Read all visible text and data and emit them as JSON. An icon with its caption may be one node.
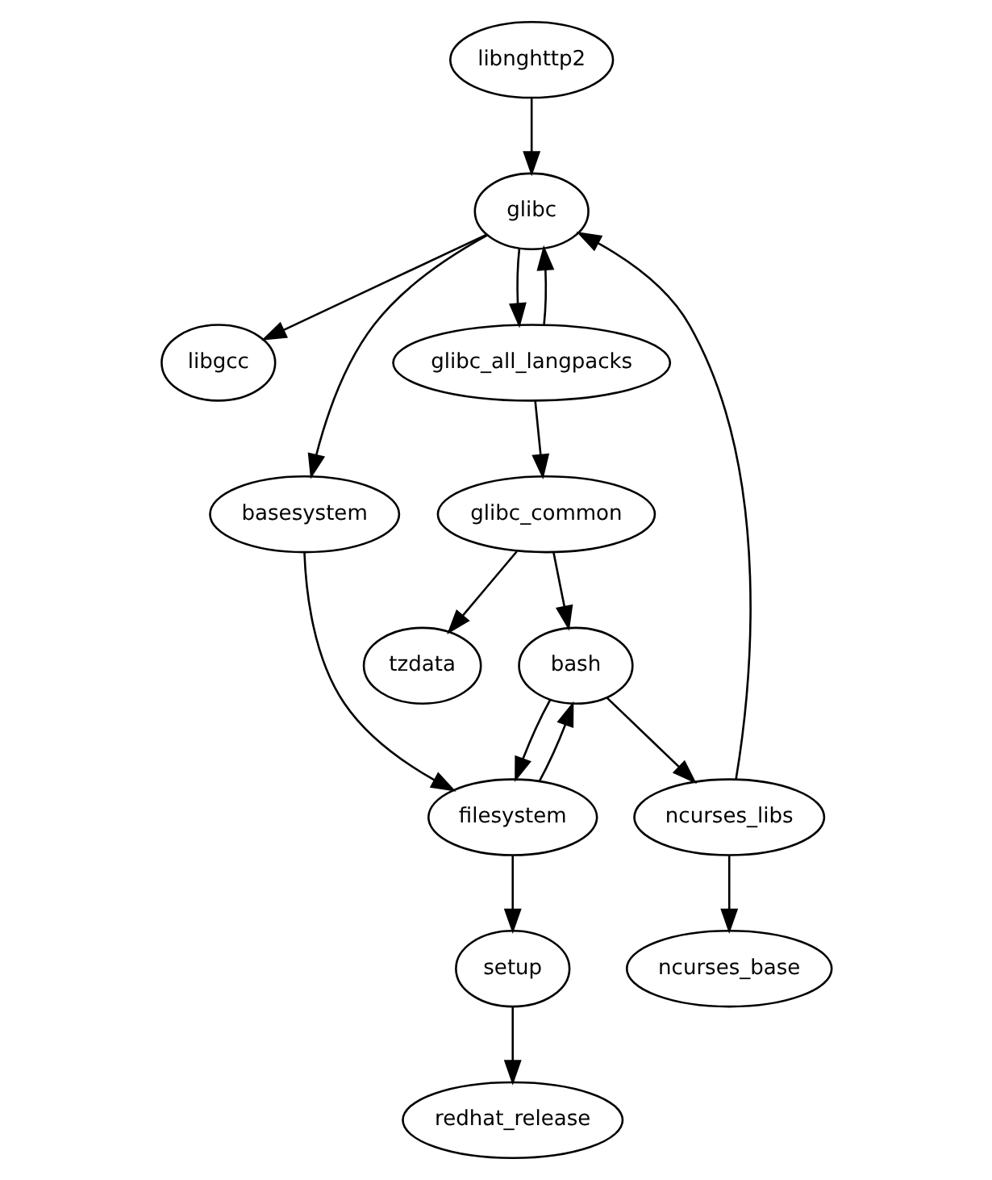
{
  "diagram": {
    "nodes": [
      {
        "text": [
          "libnghttp2"
        ]
      },
      {
        "text": [
          "glibc"
        ]
      },
      {
        "text": [
          "libgcc"
        ]
      },
      {
        "text": [
          "glibc_all_langpacks"
        ]
      },
      {
        "text": [
          "basesystem"
        ]
      },
      {
        "text": [
          "glibc_common"
        ]
      },
      {
        "text": [
          "tzdata"
        ]
      },
      {
        "text": [
          "bash"
        ]
      },
      {
        "text": [
          "filesystem"
        ]
      },
      {
        "text": [
          "ncurses_libs"
        ]
      },
      {
        "text": [
          "setup"
        ]
      },
      {
        "text": [
          "ncurses_base"
        ]
      },
      {
        "text": [
          "redhat_release"
        ]
      }
    ],
    "edges": [
      {
        "from": 0,
        "to": 1,
        "arrow": "to"
      },
      {
        "from": 1,
        "to": 4,
        "arrow": "to"
      },
      {
        "from": 1,
        "to": 2,
        "arrow": "to"
      },
      {
        "from": 1,
        "to": 3,
        "arrow": "to"
      },
      {
        "from": 3,
        "to": 1,
        "arrow": "to"
      },
      {
        "from": 3,
        "to": 5,
        "arrow": "to"
      },
      {
        "from": 5,
        "to": 6,
        "arrow": "to"
      },
      {
        "from": 5,
        "to": 7,
        "arrow": "to"
      },
      {
        "from": 4,
        "to": 8,
        "arrow": "to"
      },
      {
        "from": 7,
        "to": 8,
        "arrow": "to"
      },
      {
        "from": 8,
        "to": 7,
        "arrow": "to"
      },
      {
        "from": 7,
        "to": 9,
        "arrow": "to"
      },
      {
        "from": 9,
        "to": 1,
        "arrow": "to"
      },
      {
        "from": 8,
        "to": 10,
        "arrow": "to"
      },
      {
        "from": 9,
        "to": 11,
        "arrow": "to"
      },
      {
        "from": 10,
        "to": 12,
        "arrow": "to"
      }
    ]
  }
}
